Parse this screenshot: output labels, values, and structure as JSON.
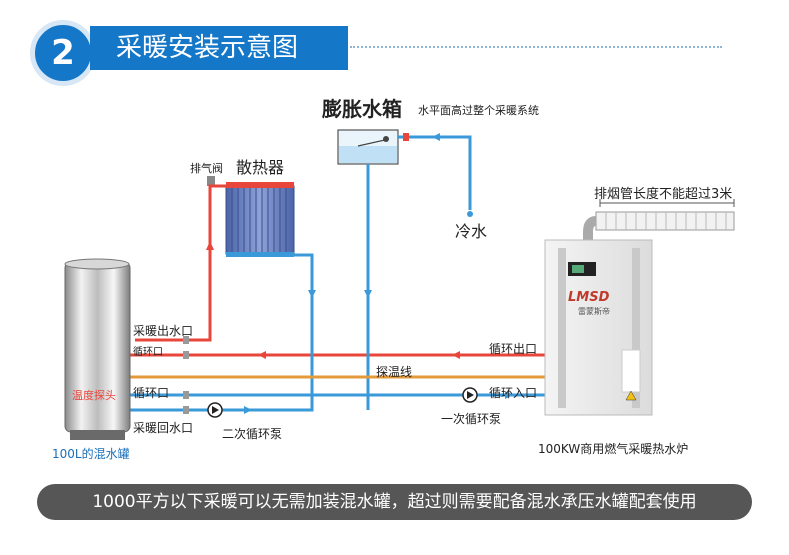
{
  "header": {
    "number": "2",
    "title": "采暖安装示意图"
  },
  "labels": {
    "expansion_tank": "膨胀水箱",
    "expansion_note": "水平面高过整个采暖系统",
    "exhaust_valve": "排气阀",
    "radiator": "散热器",
    "cold_water": "冷水",
    "flue_note": "排烟管长度不能超过3米",
    "heating_outlet": "采暖出水口",
    "circulation_port_tank": "循环口",
    "circulation_port_tank2": "循环口",
    "heating_return": "采暖回水口",
    "secondary_pump": "二次循环泵",
    "primary_pump": "一次循环泵",
    "temp_sensor_line": "探温线",
    "temp_probe": "温度探头",
    "circulation_outlet": "循环出口",
    "circulation_inlet": "循环入口",
    "mixing_tank": "100L的混水罐",
    "boiler": "100KW商用燃气采暖热水炉",
    "brand": "LMSD",
    "brand_sub": "雷蒙斯帝"
  },
  "footer": {
    "note": "1000平方以下采暖可以无需加装混水罐，超过则需要配备混水承压水罐配套使用"
  },
  "colors": {
    "hot": "#e8463a",
    "cold": "#3a9ad9",
    "sensor": "#e39a3a",
    "accent": "#1577c8"
  }
}
